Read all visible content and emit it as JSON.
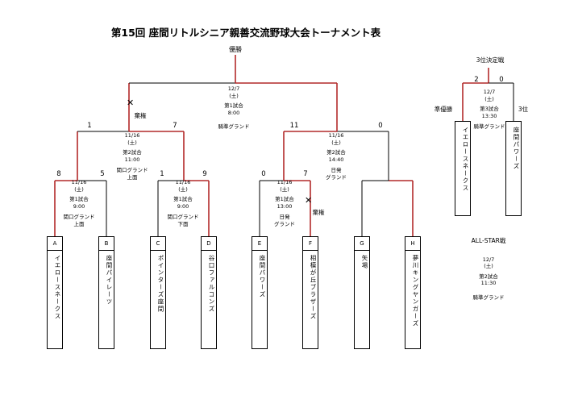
{
  "title": "第15回 座間リトルシニア親善交流野球大会トーナメント表",
  "champion_label": "優勝",
  "third_place_title": "3位決定戦",
  "runner_up_label": "準優勝",
  "third_label": "3位",
  "forfeit_label": "棄権",
  "teams": [
    {
      "letter": "A",
      "name": "イエロースネークス"
    },
    {
      "letter": "B",
      "name": "座間パイレーツ"
    },
    {
      "letter": "C",
      "name": "ポインターズ座間"
    },
    {
      "letter": "D",
      "name": "谷口ファルコンズ"
    },
    {
      "letter": "E",
      "name": "座間パワーズ"
    },
    {
      "letter": "F",
      "name": "相模が丘ブラザーズ"
    },
    {
      "letter": "G",
      "name": "矢場"
    },
    {
      "letter": "H",
      "name": "夢川キングヤンガーズ"
    }
  ],
  "scores": {
    "r1_a": "8",
    "r1_b": "5",
    "r1_c": "1",
    "r1_d": "9",
    "r1_e": "0",
    "r1_f": "7",
    "sf1_left": "1",
    "sf1_right": "7",
    "sf2_left": "11",
    "sf2_right": "0",
    "tp_left": "2",
    "tp_right": "0"
  },
  "matches": {
    "ab": [
      "11/16",
      "(土)",
      "第1試合",
      "9:00",
      "",
      "関口グランド",
      "上面"
    ],
    "cd": [
      "11/16",
      "(土)",
      "第1試合",
      "9:00",
      "",
      "関口グランド",
      "下面"
    ],
    "ef": [
      "11/16",
      "(土)",
      "第1試合",
      "13:00",
      "",
      "日発",
      "グランド"
    ],
    "sf1": [
      "11/16",
      "(土)",
      "第2試合",
      "11:00",
      "",
      "関口グランド",
      "上面"
    ],
    "sf2": [
      "11/16",
      "(土)",
      "第2試合",
      "14:40",
      "",
      "日発",
      "グランド"
    ],
    "final": [
      "12/7",
      "(土)",
      "第1試合",
      "8:00",
      "",
      "",
      "騎準グランド"
    ],
    "third": [
      "12/7",
      "(土)",
      "第3試合",
      "13:30",
      "",
      "騎準グランド"
    ]
  },
  "third_place_teams": [
    {
      "name": "イエロースネークス"
    },
    {
      "name": "座間パワーズ"
    }
  ],
  "allstar": {
    "title": "ALL-STAR戦",
    "date": "12/7",
    "day": "(土)",
    "game": "第2試合",
    "time": "11:30",
    "venue": "騎準グランド"
  },
  "colors": {
    "win": "#b22a2a",
    "line": "#000000"
  }
}
